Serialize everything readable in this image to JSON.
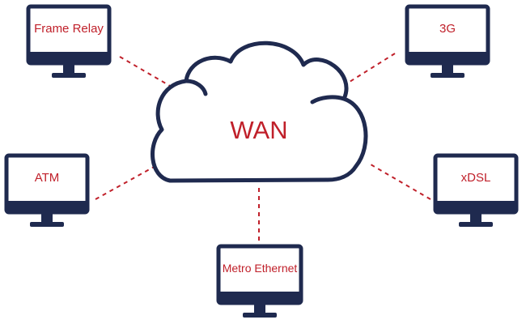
{
  "colors": {
    "outline": "#1f2a4f",
    "label": "#c0202a",
    "link": "#c0202a",
    "background": "#ffffff"
  },
  "cloud": {
    "icon": "cloud-icon",
    "label": "WAN"
  },
  "nodes": [
    {
      "id": "frame-relay",
      "label": "Frame Relay",
      "icon": "monitor-icon"
    },
    {
      "id": "3g",
      "label": "3G",
      "icon": "monitor-icon"
    },
    {
      "id": "atm",
      "label": "ATM",
      "icon": "monitor-icon"
    },
    {
      "id": "xdsl",
      "label": "xDSL",
      "icon": "monitor-icon"
    },
    {
      "id": "metro-ethernet",
      "label": "Metro Ethernet",
      "icon": "monitor-icon"
    }
  ]
}
